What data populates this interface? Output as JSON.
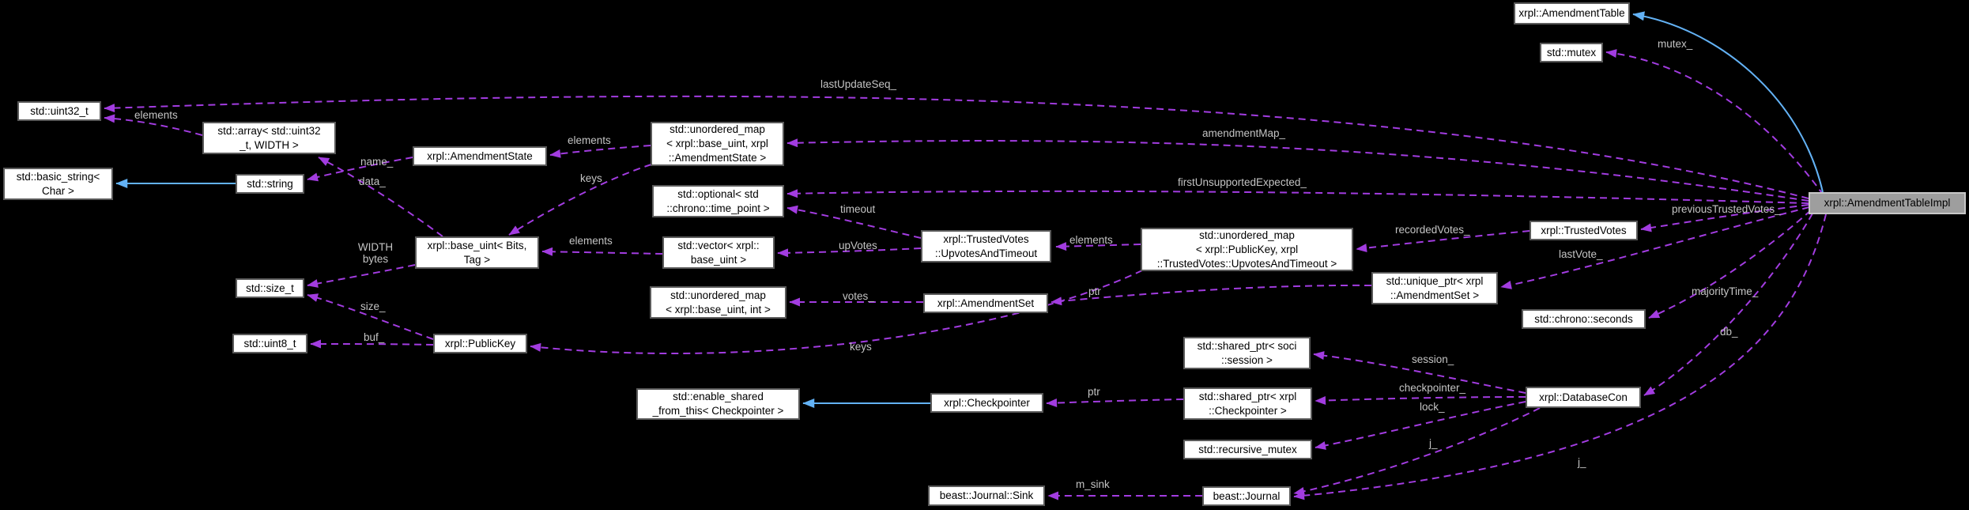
{
  "colors": {
    "background": "#000000",
    "dashed_edge": "#A23CE0",
    "solid_edge": "#63B2F5",
    "node_fill": "#FFFFFF",
    "node_border": "#5a5a5a",
    "highlight_fill": "#9E9E9E",
    "edge_label_text": "#C4C4C4"
  },
  "nodes": [
    {
      "id": "amendment-table",
      "label": "xrpl::AmendmentTable"
    },
    {
      "id": "mutex",
      "label": "std::mutex"
    },
    {
      "id": "uint32",
      "label": "std::uint32_t"
    },
    {
      "id": "array",
      "label": "std::array< std::uint32\n_t, WIDTH >"
    },
    {
      "id": "basic-string",
      "label": "std::basic_string<\nChar >"
    },
    {
      "id": "string",
      "label": "std::string"
    },
    {
      "id": "amendment-state",
      "label": "xrpl::AmendmentState"
    },
    {
      "id": "map-amendment",
      "label": "std::unordered_map\n< xrpl::base_uint, xrpl\n::AmendmentState >"
    },
    {
      "id": "optional-timepoint",
      "label": "std::optional< std\n::chrono::time_point >"
    },
    {
      "id": "base-uint",
      "label": "xrpl::base_uint< Bits,\nTag >"
    },
    {
      "id": "vector",
      "label": "std::vector< xrpl::\nbase_uint >"
    },
    {
      "id": "upvotes-timeout",
      "label": "xrpl::TrustedVotes\n::UpvotesAndTimeout"
    },
    {
      "id": "map-publickey",
      "label": "std::unordered_map\n< xrpl::PublicKey, xrpl\n::TrustedVotes::UpvotesAndTimeout >"
    },
    {
      "id": "size-t",
      "label": "std::size_t"
    },
    {
      "id": "map-int",
      "label": "std::unordered_map\n< xrpl::base_uint, int >"
    },
    {
      "id": "amendment-set",
      "label": "xrpl::AmendmentSet"
    },
    {
      "id": "unique-ptr",
      "label": "std::unique_ptr< xrpl\n::AmendmentSet >"
    },
    {
      "id": "trusted-votes",
      "label": "xrpl::TrustedVotes"
    },
    {
      "id": "chrono-seconds",
      "label": "std::chrono::seconds"
    },
    {
      "id": "uint8",
      "label": "std::uint8_t"
    },
    {
      "id": "publickey",
      "label": "xrpl::PublicKey"
    },
    {
      "id": "shared-soci",
      "label": "std::shared_ptr< soci\n::session >"
    },
    {
      "id": "enable-shared",
      "label": "std::enable_shared\n_from_this< Checkpointer >"
    },
    {
      "id": "checkpointer",
      "label": "xrpl::Checkpointer"
    },
    {
      "id": "shared-checkpointer",
      "label": "std::shared_ptr< xrpl\n::Checkpointer >"
    },
    {
      "id": "database-con",
      "label": "xrpl::DatabaseCon"
    },
    {
      "id": "recursive-mutex",
      "label": "std::recursive_mutex"
    },
    {
      "id": "journal-sink",
      "label": "beast::Journal::Sink"
    },
    {
      "id": "journal",
      "label": "beast::Journal"
    },
    {
      "id": "impl",
      "label": "xrpl::AmendmentTableImpl"
    }
  ],
  "edges": [
    {
      "label": "mutex_",
      "from": "impl",
      "to": "mutex",
      "style": "dashed"
    },
    {
      "label": "lastUpdateSeq_",
      "from": "impl",
      "to": "uint32",
      "style": "dashed"
    },
    {
      "label": "elements",
      "from": "array",
      "to": "uint32",
      "style": "dashed"
    },
    {
      "label": "amendmentMap_",
      "from": "impl",
      "to": "map-amendment",
      "style": "dashed"
    },
    {
      "label": "firstUnsupportedExpected_",
      "from": "impl",
      "to": "optional-timepoint",
      "style": "dashed"
    },
    {
      "label": "previousTrustedVotes_",
      "from": "impl",
      "to": "trusted-votes",
      "style": "dashed"
    },
    {
      "label": "lastVote_",
      "from": "impl",
      "to": "unique-ptr",
      "style": "dashed"
    },
    {
      "label": "majorityTime_",
      "from": "impl",
      "to": "chrono-seconds",
      "style": "dashed"
    },
    {
      "label": "db_",
      "from": "impl",
      "to": "database-con",
      "style": "dashed"
    },
    {
      "label": "j_",
      "from": "impl",
      "to": "journal",
      "style": "dashed"
    },
    {
      "label": "recordedVotes_",
      "from": "trusted-votes",
      "to": "map-publickey",
      "style": "dashed"
    },
    {
      "label": "elements",
      "from": "map-publickey",
      "to": "upvotes-timeout",
      "style": "dashed"
    },
    {
      "label": "keys",
      "from": "map-publickey",
      "to": "publickey",
      "style": "dashed"
    },
    {
      "label": "timeout",
      "from": "upvotes-timeout",
      "to": "optional-timepoint",
      "style": "dashed"
    },
    {
      "label": "upVotes",
      "from": "upvotes-timeout",
      "to": "vector",
      "style": "dashed"
    },
    {
      "label": "elements",
      "from": "vector",
      "to": "base-uint",
      "style": "dashed"
    },
    {
      "label": "votes_",
      "from": "amendment-set",
      "to": "map-int",
      "style": "dashed"
    },
    {
      "label": "ptr",
      "from": "unique-ptr",
      "to": "amendment-set",
      "style": "dashed"
    },
    {
      "label": "keys",
      "from": "map-amendment",
      "to": "base-uint",
      "style": "dashed"
    },
    {
      "label": "elements",
      "from": "map-amendment",
      "to": "amendment-state",
      "style": "dashed"
    },
    {
      "label": "name_",
      "from": "amendment-state",
      "to": "string",
      "style": "dashed"
    },
    {
      "label": "data_",
      "from": "base-uint",
      "to": "array",
      "style": "dashed"
    },
    {
      "label": "WIDTH\nbytes",
      "from": "base-uint",
      "to": "size-t",
      "style": "dashed"
    },
    {
      "label": "size_",
      "from": "publickey",
      "to": "size-t",
      "style": "dashed"
    },
    {
      "label": "buf_",
      "from": "publickey",
      "to": "uint8",
      "style": "dashed"
    },
    {
      "label": "session_",
      "from": "database-con",
      "to": "shared-soci",
      "style": "dashed"
    },
    {
      "label": "checkpointer_",
      "from": "database-con",
      "to": "shared-checkpointer",
      "style": "dashed"
    },
    {
      "label": "lock_",
      "from": "database-con",
      "to": "recursive-mutex",
      "style": "dashed"
    },
    {
      "label": "j_",
      "from": "database-con",
      "to": "journal",
      "style": "dashed"
    },
    {
      "label": "m_sink",
      "from": "journal",
      "to": "journal-sink",
      "style": "dashed"
    },
    {
      "label": "ptr",
      "from": "shared-checkpointer",
      "to": "checkpointer",
      "style": "dashed"
    },
    {
      "label": "",
      "from": "impl",
      "to": "amendment-table",
      "style": "solid"
    },
    {
      "label": "",
      "from": "string",
      "to": "basic-string",
      "style": "solid"
    },
    {
      "label": "",
      "from": "checkpointer",
      "to": "enable-shared",
      "style": "solid"
    }
  ]
}
